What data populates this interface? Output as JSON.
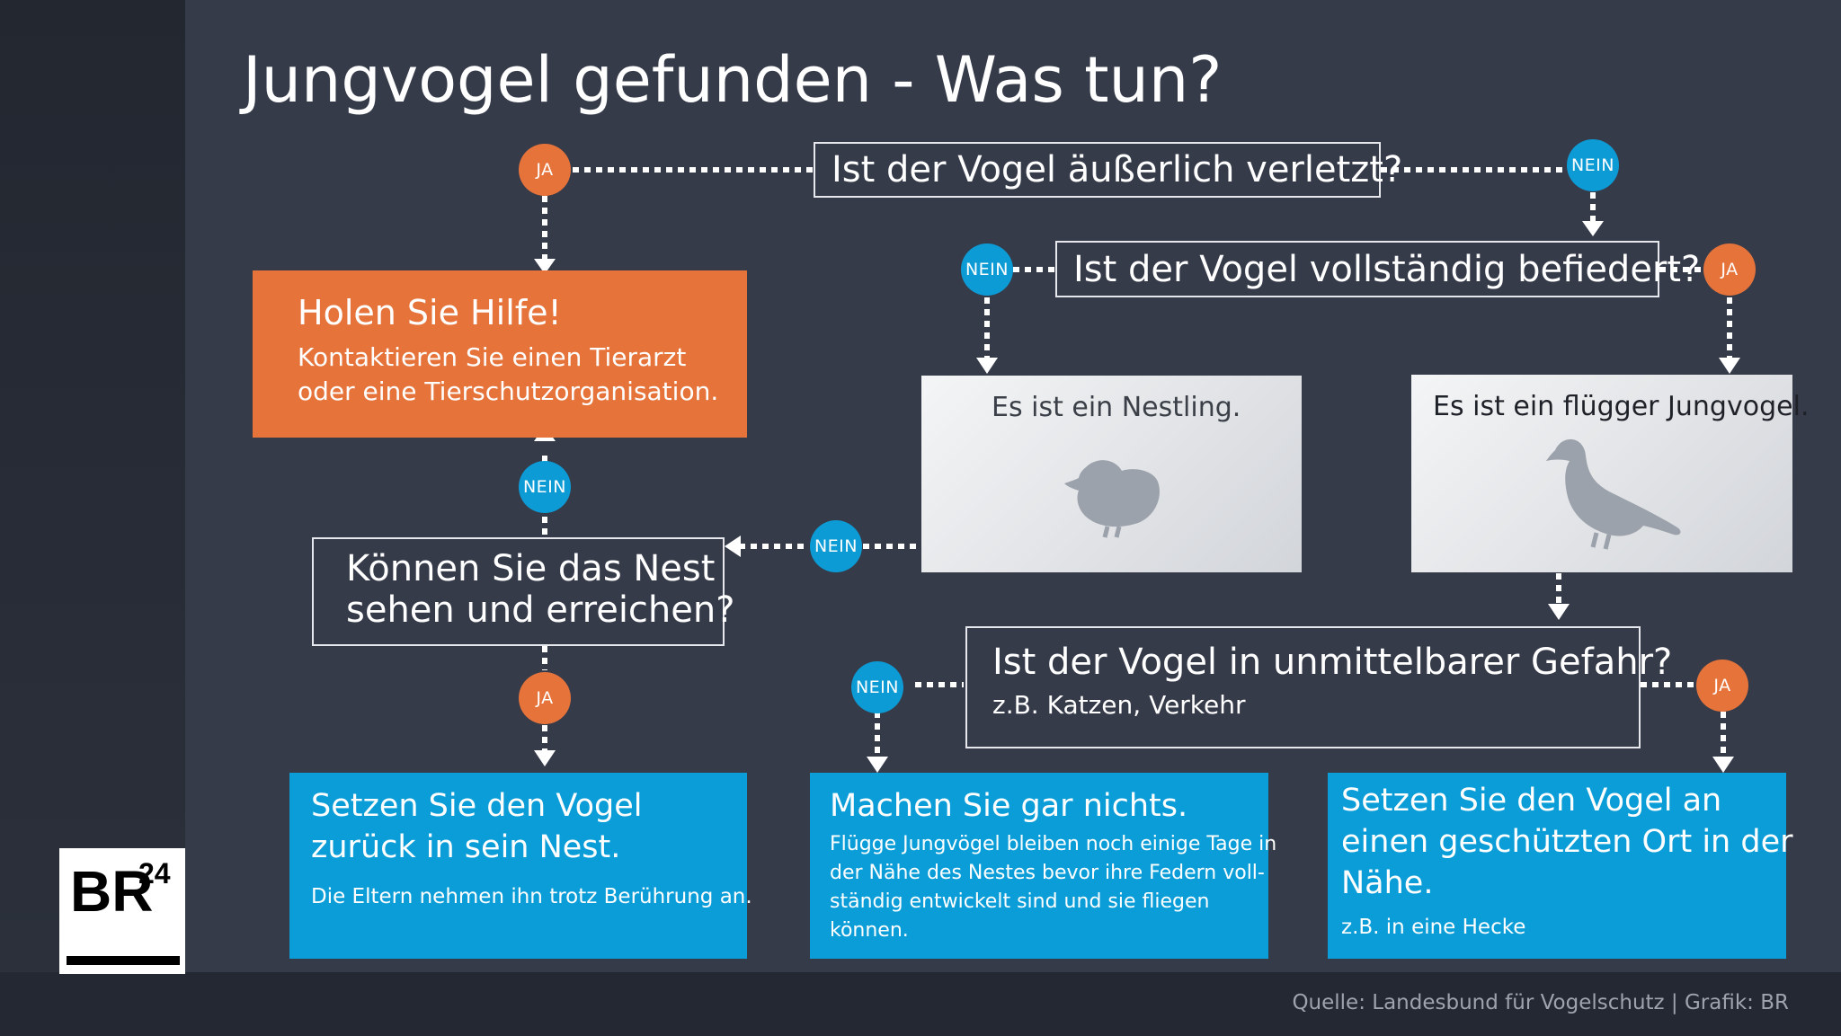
{
  "title": "Jungvogel gefunden - Was tun?",
  "labels": {
    "yes": "JA",
    "no": "NEIN"
  },
  "questions": {
    "injured": "Ist der Vogel äußerlich verletzt?",
    "feathered": "Ist der Vogel vollständig befiedert?",
    "nest": [
      "Können Sie das Nest",
      "sehen und erreichen?"
    ],
    "danger": "Ist der Vogel in unmittelbarer Gefahr?",
    "danger_sub": "z.B. Katzen, Verkehr"
  },
  "help": {
    "heading": "Holen Sie Hilfe!",
    "lines": [
      "Kontaktieren Sie einen Tierarzt",
      "oder eine Tierschutzorganisation."
    ]
  },
  "nestling": {
    "label": "Es ist ein Nestling.",
    "icon": "chick-icon"
  },
  "fledgling": {
    "label": "Es ist ein flügger Jungvogel.",
    "icon": "bird-icon"
  },
  "back_to_nest": {
    "heading": [
      "Setzen Sie den Vogel",
      "zurück in sein Nest."
    ],
    "text": "Die Eltern nehmen ihn trotz Berührung an."
  },
  "do_nothing": {
    "heading": "Machen Sie gar nichts.",
    "lines": [
      "Flügge Jungvögel bleiben noch einige Tage in",
      "der Nähe des Nestes bevor ihre Federn voll-",
      "ständig entwickelt sind und sie fliegen",
      "können."
    ]
  },
  "safe_place": {
    "heading": [
      "Setzen Sie den Vogel an",
      "einen geschützten Ort in der",
      "Nähe."
    ],
    "text": "z.B. in eine Hecke"
  },
  "logo": {
    "text": "BR",
    "sup": "24"
  },
  "source": "Quelle: Landesbund für Vogelschutz | Grafik: BR",
  "colors": {
    "yes": "#e6733a",
    "no": "#0d9bd6",
    "action": "#0a9dd8",
    "background": "#363b4a"
  }
}
